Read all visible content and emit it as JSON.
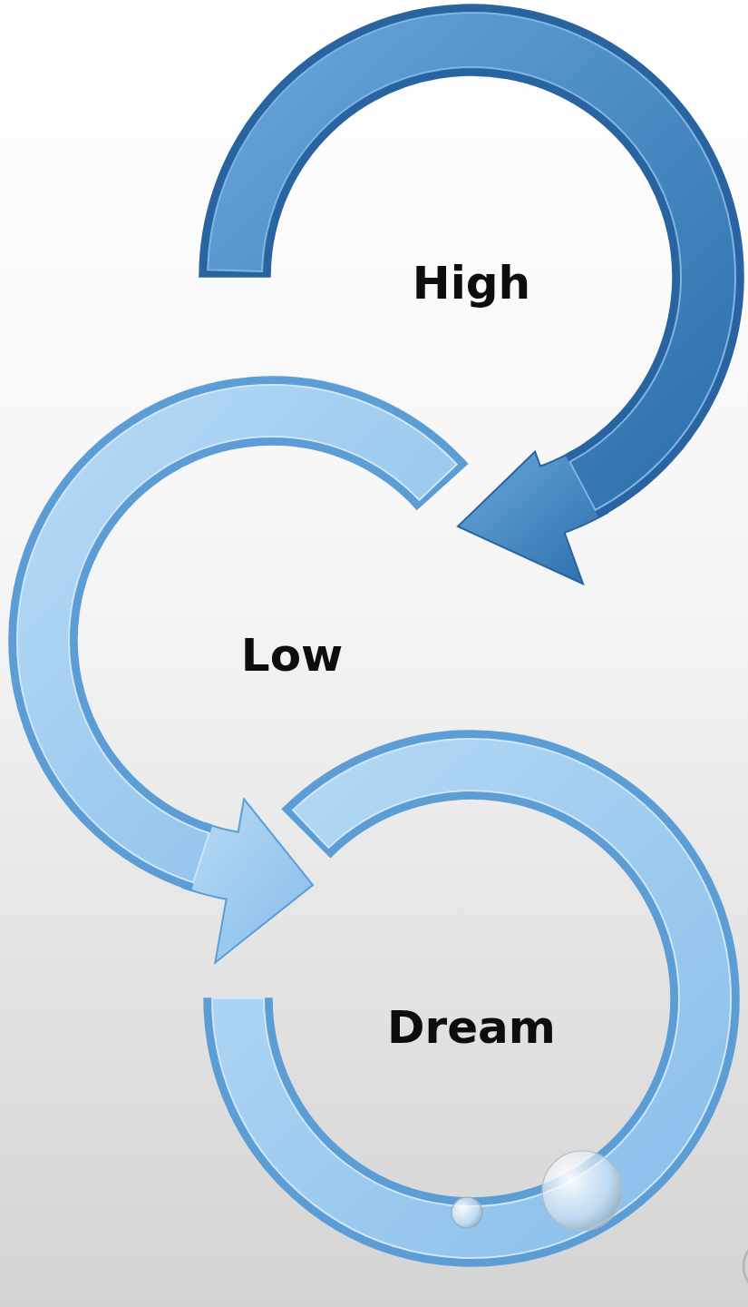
{
  "diagram": {
    "nodes": [
      {
        "text": [
          "High"
        ]
      },
      {
        "text": [
          "Low"
        ]
      },
      {
        "text": [
          "Dream"
        ]
      }
    ],
    "edges": [
      {
        "from": 0,
        "to": 1,
        "arrow": "to"
      },
      {
        "from": 1,
        "to": 2,
        "arrow": "to"
      }
    ]
  }
}
